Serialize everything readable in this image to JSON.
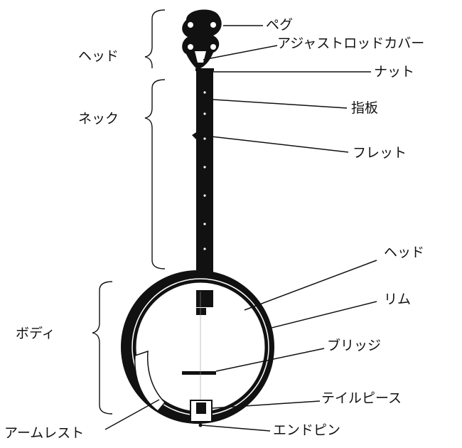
{
  "labels": {
    "section_head": "ヘッド",
    "section_neck": "ネック",
    "section_body": "ボディ",
    "peg": "ペグ",
    "truss_rod_cover": "アジャストロッドカバー",
    "nut": "ナット",
    "fingerboard": "指板",
    "fret": "フレット",
    "drum_head": "ヘッド",
    "rim": "リム",
    "bridge": "ブリッジ",
    "tailpiece": "テイルピース",
    "armrest": "アームレスト",
    "end_pin": "エンドピン"
  },
  "colors": {
    "ink": "#111111",
    "paper": "#ffffff"
  }
}
